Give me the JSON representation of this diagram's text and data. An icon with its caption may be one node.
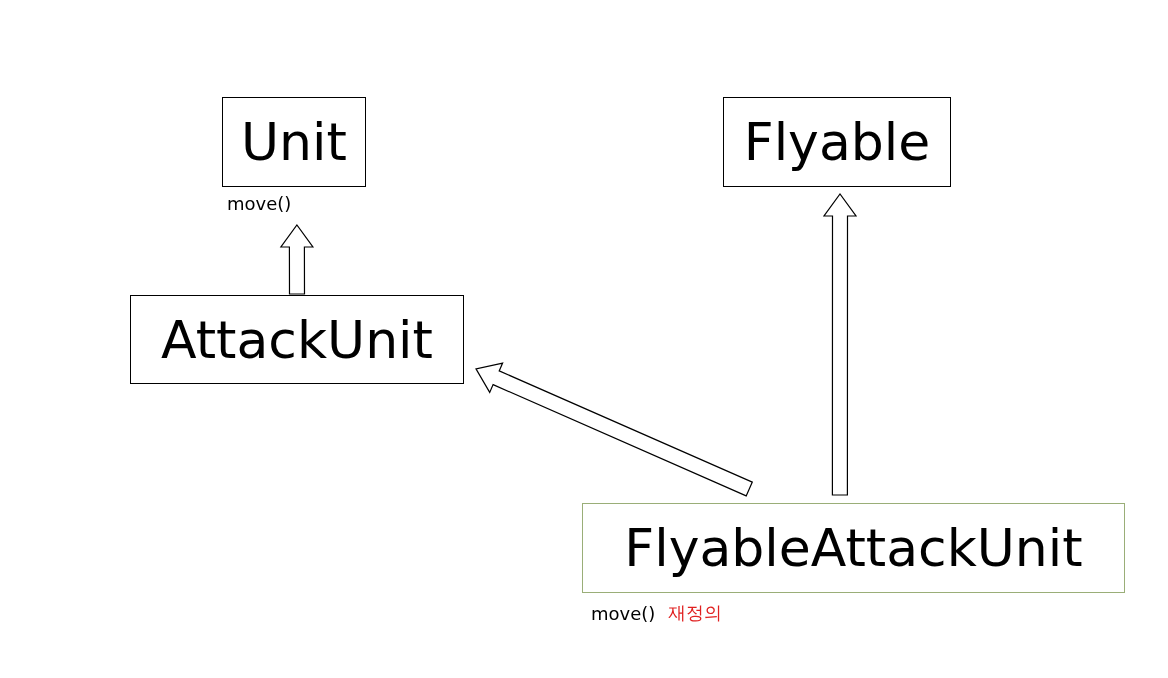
{
  "diagram": {
    "nodes": [
      {
        "text": [
          "Unit"
        ],
        "beside": [
          "move()"
        ]
      },
      {
        "text": [
          "Flyable"
        ]
      },
      {
        "text": [
          "AttackUnit"
        ]
      },
      {
        "text": [
          "FlyableAttackUnit"
        ],
        "beside": [
          "move()",
          "재정의"
        ]
      }
    ],
    "edges": [
      {
        "from": 2,
        "to": 0,
        "arrow": "to"
      },
      {
        "from": 3,
        "to": 2,
        "arrow": "to"
      },
      {
        "from": 3,
        "to": 1,
        "arrow": "to"
      }
    ]
  }
}
